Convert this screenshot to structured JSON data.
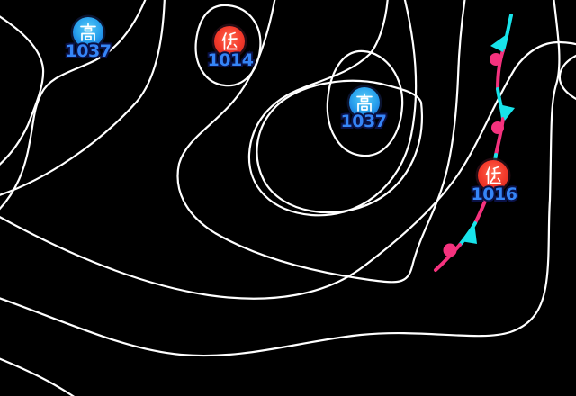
{
  "map": {
    "type": "surface-pressure-weather-map",
    "background_color": "#000000",
    "isobar_color": "#ffffff",
    "pressure_value_color": "#3585f7",
    "markers": [
      {
        "kind": "high",
        "symbol": "高",
        "pressure": "1037",
        "circle_color": "#2aa4ee"
      },
      {
        "kind": "low",
        "symbol": "低",
        "pressure": "1014",
        "circle_color": "#f43b2c"
      },
      {
        "kind": "high",
        "symbol": "高",
        "pressure": "1037",
        "circle_color": "#2aa4ee"
      },
      {
        "kind": "low",
        "symbol": "低",
        "pressure": "1016",
        "circle_color": "#f43b2c"
      }
    ],
    "front": {
      "type": "stationary-front",
      "cold_segment_color": "#18e3ea",
      "warm_segment_color": "#f5327e"
    }
  }
}
